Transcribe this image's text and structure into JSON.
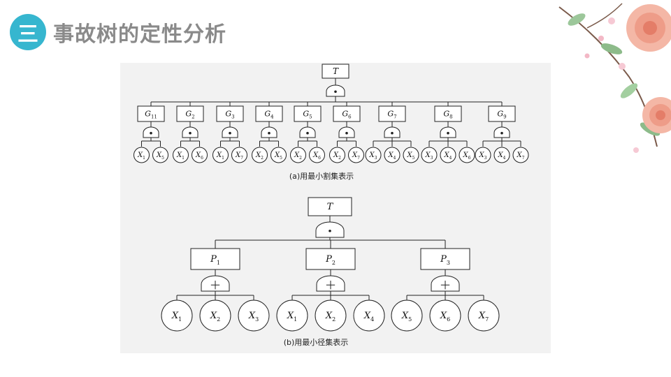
{
  "header": {
    "section_number": "三",
    "title": "事故树的定性分析"
  },
  "colors": {
    "accent": "#36b6cf",
    "title": "#8a8a8a",
    "figure_background": "#f2f2f2"
  },
  "decoration": {
    "icon": "flower-branch-icon"
  },
  "figure": {
    "top_tree": {
      "root": "T",
      "gate": "and",
      "caption": "(a)用最小割集表示",
      "groups": [
        {
          "id": "G11",
          "base": "G",
          "sub": "11",
          "gate": "and",
          "events": [
            {
              "base": "X",
              "sub": "1"
            },
            {
              "base": "X",
              "sub": "5"
            }
          ]
        },
        {
          "id": "G2",
          "base": "G",
          "sub": "2",
          "gate": "and",
          "events": [
            {
              "base": "X",
              "sub": "1"
            },
            {
              "base": "X",
              "sub": "6"
            }
          ]
        },
        {
          "id": "G3",
          "base": "G",
          "sub": "3",
          "gate": "and",
          "events": [
            {
              "base": "X",
              "sub": "1"
            },
            {
              "base": "X",
              "sub": "7"
            }
          ]
        },
        {
          "id": "G4",
          "base": "G",
          "sub": "4",
          "gate": "and",
          "events": [
            {
              "base": "X",
              "sub": "2"
            },
            {
              "base": "X",
              "sub": "5"
            }
          ]
        },
        {
          "id": "G5",
          "base": "G",
          "sub": "5",
          "gate": "and",
          "events": [
            {
              "base": "X",
              "sub": "2"
            },
            {
              "base": "X",
              "sub": "6"
            }
          ]
        },
        {
          "id": "G6",
          "base": "G",
          "sub": "6",
          "gate": "and",
          "events": [
            {
              "base": "X",
              "sub": "2"
            },
            {
              "base": "X",
              "sub": "7"
            }
          ]
        },
        {
          "id": "G7",
          "base": "G",
          "sub": "7",
          "gate": "and",
          "events": [
            {
              "base": "X",
              "sub": "3"
            },
            {
              "base": "X",
              "sub": "4"
            },
            {
              "base": "X",
              "sub": "5"
            }
          ]
        },
        {
          "id": "G8",
          "base": "G",
          "sub": "8",
          "gate": "and",
          "events": [
            {
              "base": "X",
              "sub": "3"
            },
            {
              "base": "X",
              "sub": "4"
            },
            {
              "base": "X",
              "sub": "6"
            }
          ]
        },
        {
          "id": "G9",
          "base": "G",
          "sub": "9",
          "gate": "and",
          "events": [
            {
              "base": "X",
              "sub": "3"
            },
            {
              "base": "X",
              "sub": "4"
            },
            {
              "base": "X",
              "sub": "7"
            }
          ]
        }
      ]
    },
    "bottom_tree": {
      "root": "T",
      "gate": "and",
      "caption": "(b)用最小径集表示",
      "groups": [
        {
          "id": "P1",
          "base": "P",
          "sub": "1",
          "gate": "or",
          "events": [
            {
              "base": "X",
              "sub": "1"
            },
            {
              "base": "X",
              "sub": "2"
            },
            {
              "base": "X",
              "sub": "3"
            }
          ]
        },
        {
          "id": "P2",
          "base": "P",
          "sub": "2",
          "gate": "or",
          "events": [
            {
              "base": "X",
              "sub": "1"
            },
            {
              "base": "X",
              "sub": "2"
            },
            {
              "base": "X",
              "sub": "4"
            }
          ]
        },
        {
          "id": "P3",
          "base": "P",
          "sub": "3",
          "gate": "or",
          "events": [
            {
              "base": "X",
              "sub": "5"
            },
            {
              "base": "X",
              "sub": "6"
            },
            {
              "base": "X",
              "sub": "7"
            }
          ]
        }
      ]
    }
  }
}
